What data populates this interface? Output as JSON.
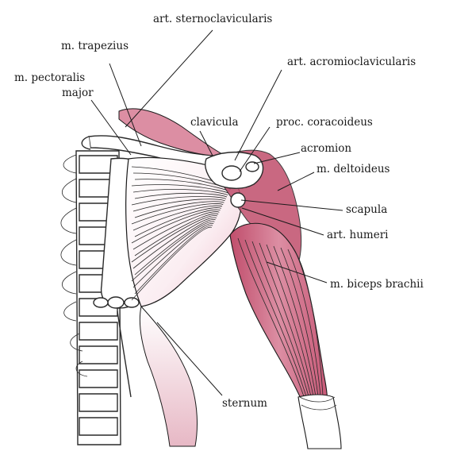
{
  "colors": {
    "muscle_light": "#f1d6de",
    "muscle_mid": "#dc8ea3",
    "muscle_dark": "#c04e6c",
    "line": "#1a1a1a",
    "background": "#ffffff"
  },
  "labels": {
    "sternoclavicularis": "art. sternoclavicularis",
    "trapezius": "m. trapezius",
    "pectoralis_1": "m. pectoralis",
    "pectoralis_2": "major",
    "acromioclavicularis": "art. acromioclavicularis",
    "clavicula": "clavicula",
    "coracoideus": "proc. coracoideus",
    "acromion": "acromion",
    "deltoideus": "m. deltoideus",
    "scapula": "scapula",
    "humeri": "art. humeri",
    "biceps": "m. biceps brachii",
    "sternum": "sternum"
  }
}
